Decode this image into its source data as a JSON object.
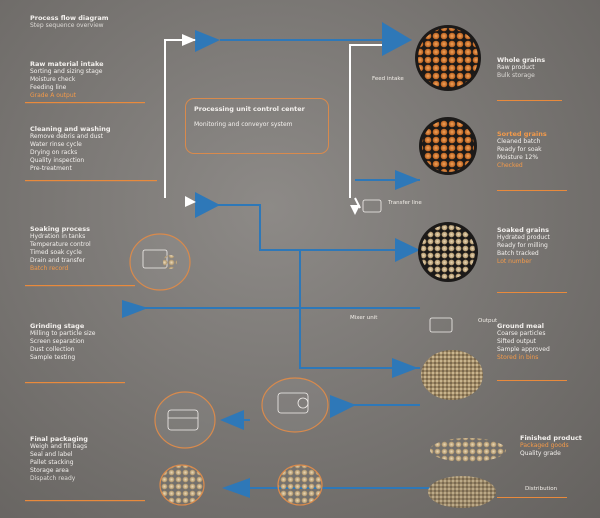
{
  "title_block": {
    "lines": [
      "Process flow diagram",
      "Step sequence overview"
    ]
  },
  "left_panels": [
    {
      "heading": "Raw material intake",
      "lines": [
        "Sorting and sizing stage",
        "Moisture check",
        "Feeding line",
        "Grade A output"
      ]
    },
    {
      "heading": "Cleaning and washing",
      "lines": [
        "Remove debris and dust",
        "Water rinse cycle",
        "Drying on racks",
        "Quality inspection",
        "Pre-treatment"
      ]
    },
    {
      "heading": "Soaking process",
      "lines": [
        "Hydration in tanks",
        "Temperature control",
        "Timed soak cycle",
        "Drain and transfer",
        "Batch record"
      ]
    },
    {
      "heading": "Grinding stage",
      "lines": [
        "Milling to particle size",
        "Screen separation",
        "Dust collection",
        "Sample testing"
      ]
    },
    {
      "heading": "Final packaging",
      "lines": [
        "Weigh and fill bags",
        "Seal and label",
        "Pallet stacking",
        "Storage area",
        "Dispatch ready"
      ]
    }
  ],
  "center_panel": {
    "lines": [
      "Processing unit control center",
      "Monitoring and conveyor system"
    ]
  },
  "right_labels": [
    {
      "heading": "Whole grains",
      "lines": [
        "Raw product",
        "Bulk storage"
      ]
    },
    {
      "heading": "Sorted grains",
      "lines": [
        "Cleaned batch",
        "Ready for soak",
        "Moisture 12%",
        "Checked"
      ]
    },
    {
      "heading": "Soaked grains",
      "lines": [
        "Hydrated product",
        "Ready for milling",
        "Batch tracked",
        "Lot number"
      ]
    },
    {
      "heading": "Ground meal",
      "lines": [
        "Coarse particles",
        "Sifted output",
        "Sample approved",
        "Stored in bins"
      ]
    },
    {
      "heading": "Finished product",
      "lines": [
        "Packaged goods",
        "Quality grade"
      ]
    }
  ],
  "small_labels": {
    "top_arrow": "Feed intake",
    "mid_label": "Transfer line",
    "lower_label": "Mixer unit",
    "lower_label_2": "Output",
    "bottom_right": "Distribution"
  },
  "colors": {
    "accent_orange": "#e98a3c",
    "flow_blue": "#2e78b8",
    "line_white": "#ffffff"
  }
}
